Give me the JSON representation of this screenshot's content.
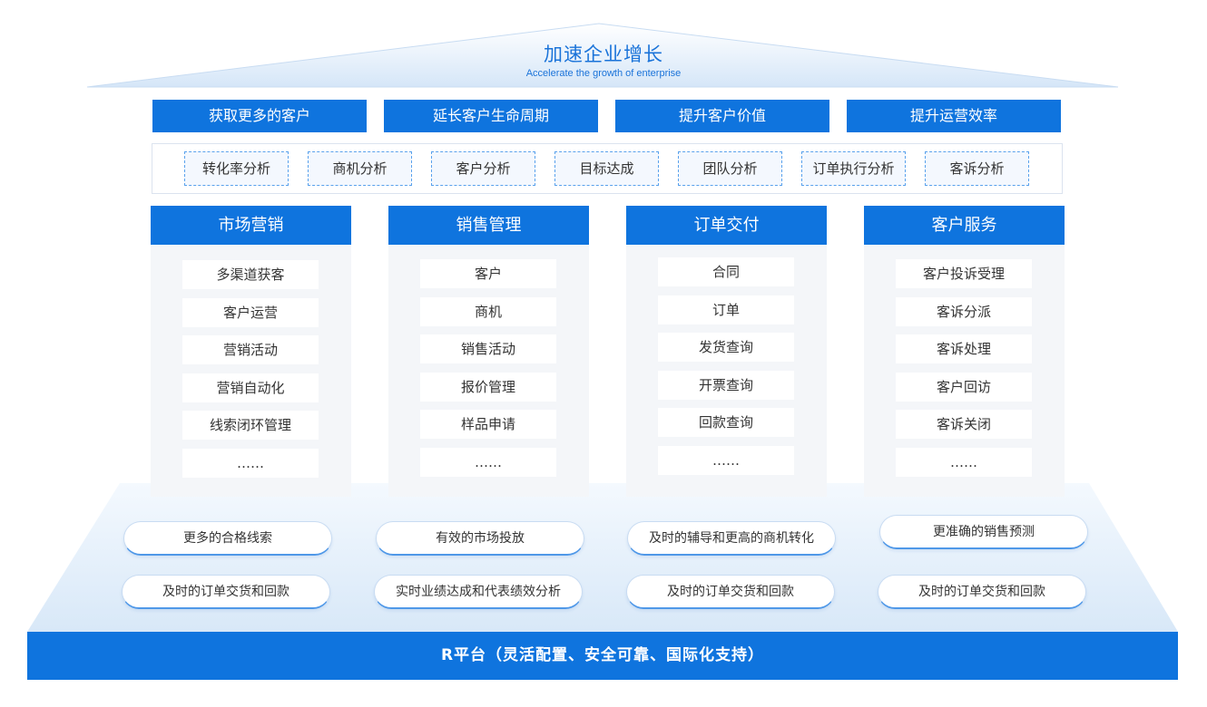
{
  "roof": {
    "title": "加速企业增长",
    "subtitle": "Accelerate the growth of enterprise"
  },
  "goals": [
    "获取更多的客户",
    "延长客户生命周期",
    "提升客户价值",
    "提升运营效率"
  ],
  "analytics": [
    "转化率分析",
    "商机分析",
    "客户分析",
    "目标达成",
    "团队分析",
    "订单执行分析",
    "客诉分析"
  ],
  "columns": [
    {
      "title": "市场营销",
      "items": [
        "多渠道获客",
        "客户运营",
        "营销活动",
        "营销自动化",
        "线索闭环管理",
        "……"
      ]
    },
    {
      "title": "销售管理",
      "items": [
        "客户",
        "商机",
        "销售活动",
        "报价管理",
        "样品申请",
        "……"
      ]
    },
    {
      "title": "订单交付",
      "items": [
        "合同",
        "订单",
        "发货查询",
        "开票查询",
        "回款查询",
        "……"
      ]
    },
    {
      "title": "客户服务",
      "items": [
        "客户投诉受理",
        "客诉分派",
        "客诉处理",
        "客户回访",
        "客诉关闭",
        "……"
      ]
    }
  ],
  "benefits_row1": [
    "更多的合格线索",
    "有效的市场投放",
    "及时的辅导和更高的商机转化",
    "更准确的销售预测"
  ],
  "benefits_row2": [
    "及时的订单交货和回款",
    "实时业绩达成和代表绩效分析",
    "及时的订单交货和回款",
    "及时的订单交货和回款"
  ],
  "platform": "R平台（灵活配置、安全可靠、国际化支持）",
  "colors": {
    "primary": "#0f74de",
    "roof": "#d9e8f8",
    "base": "#e3eef9"
  }
}
